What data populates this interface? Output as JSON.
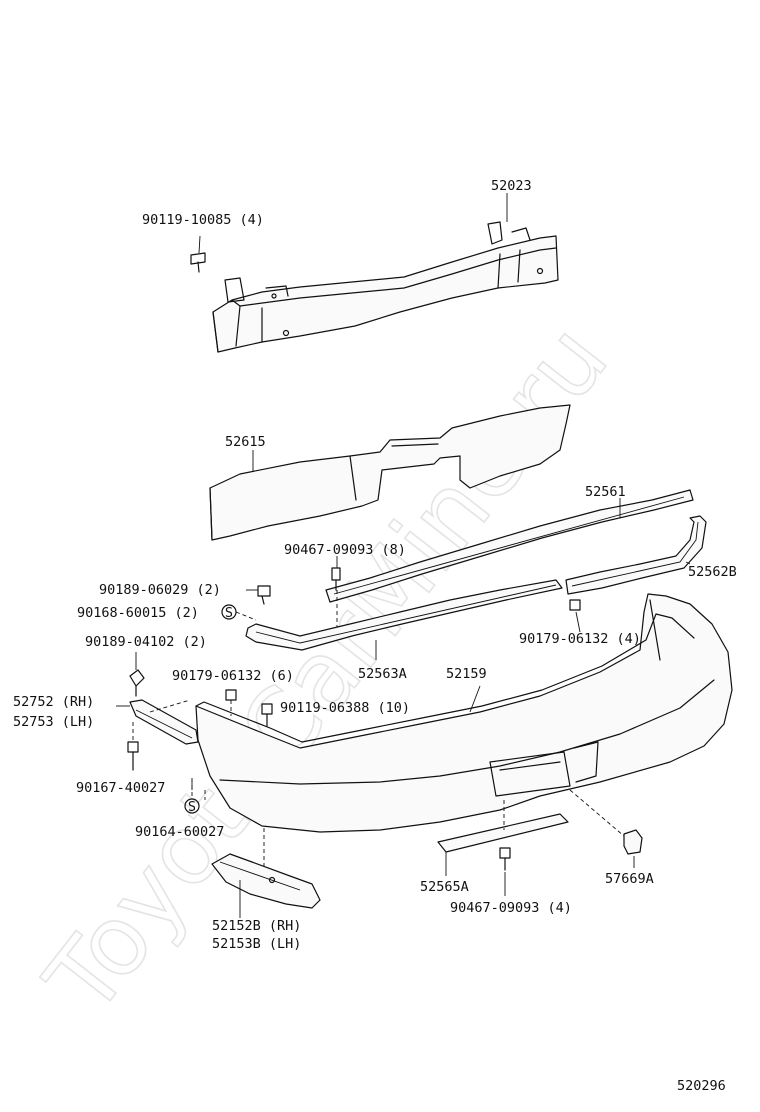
{
  "watermark": "ToyotaCarMine.ru",
  "diagram_id": "520296",
  "labels": {
    "reinforcement": "52023",
    "reinforcement_bolt": "90119-10085 (4)",
    "absorber": "52615",
    "retainer_upper": "52561",
    "retainer_upper_clip": "90467-09093 (8)",
    "retainer_side": "52562B",
    "screw_a": "90189-06029 (2)",
    "screw_b": "90168-60015 (2)",
    "nut_a": "90179-06132 (4)",
    "screw_c": "90189-04102 (2)",
    "retainer_lower": "52563A",
    "bumper_cover": "52159",
    "nut_b": "90179-06132 (6)",
    "bolt_b": "90119-06388 (10)",
    "side_rh": "52752 (RH)",
    "side_lh": "52753 (LH)",
    "screw_d": "90167-40027",
    "screw_e": "90164-60027",
    "plate": "52565A",
    "plate_clip": "90467-09093 (4)",
    "bracket": "57669A",
    "extension_rh": "52152B (RH)",
    "extension_lh": "52153B (LH)",
    "s_mark_1": "S",
    "s_mark_2": "S"
  }
}
